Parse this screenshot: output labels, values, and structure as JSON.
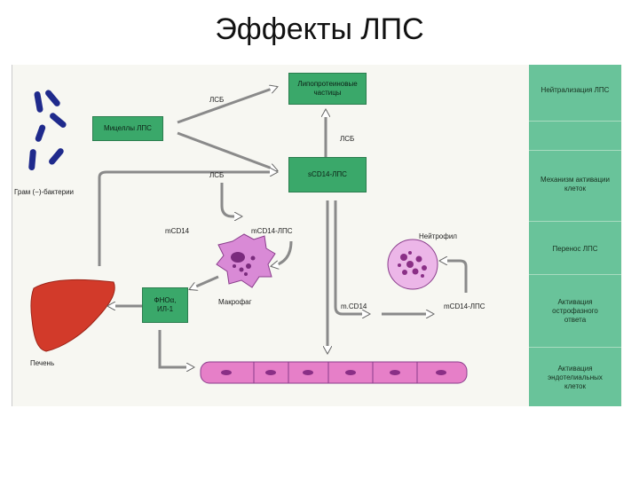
{
  "title": "Эффекты ЛПС",
  "boxes": {
    "micelles": "Мицеллы ЛПС",
    "lipoproteins": "Липопротеиновые частицы",
    "scd14": "sCD14-ЛПС",
    "tnf": "ФНОα, ИЛ-1"
  },
  "labels": {
    "bacteria": "Грам (−)-бактерии",
    "lsb_top": "ЛСБ",
    "lsb_mid": "ЛСБ",
    "lsb_right": "ЛСБ",
    "mcd14_left": "mCD14",
    "mcd14_lps_left": "mCD14-ЛПС",
    "macrophage": "Макрофаг",
    "liver": "Печень",
    "neutrophil": "Нейтрофил",
    "mcd14_right": "m.CD14",
    "mcd14_lps_right": "mCD14-ЛПС"
  },
  "panel": {
    "items": [
      "Нейтрализация ЛПС",
      "Механизм активации клеток",
      "Перенос ЛПС",
      "Активация острофазного ответа",
      "Активация эндотелиальных клеток"
    ]
  },
  "colors": {
    "box_green": "#3aa86a",
    "panel_green": "#69c39a",
    "bacteria_blue": "#1f2a8c",
    "liver_red": "#d23a2a",
    "macrophage_pink": "#d98ad6",
    "neutrophil_pink": "#ecb6e8",
    "endothelium_pink": "#e67fc8"
  }
}
